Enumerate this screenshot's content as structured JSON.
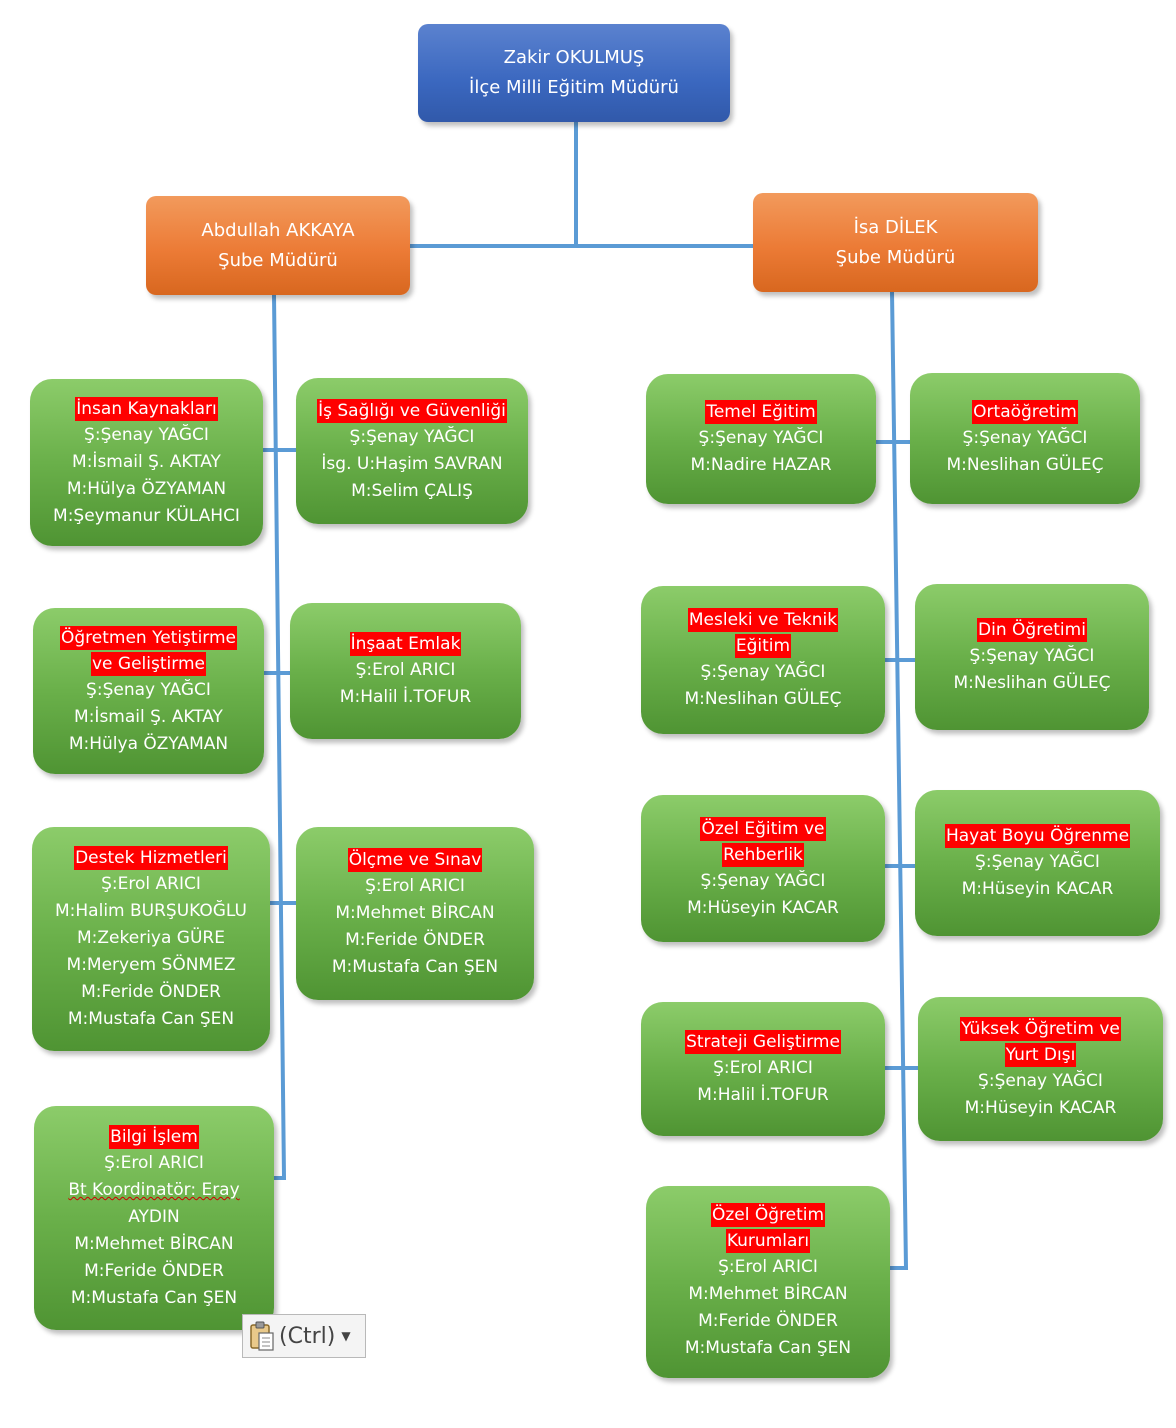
{
  "director": {
    "name": "Zakir OKULMUŞ",
    "title": "İlçe Milli Eğitim Müdürü"
  },
  "managers": [
    {
      "name": "Abdullah AKKAYA",
      "title": "Şube Müdürü"
    },
    {
      "name": "İsa DİLEK",
      "title": "Şube Müdürü"
    }
  ],
  "left_units": [
    {
      "title_lines": [
        "İnsan Kaynakları"
      ],
      "lines": [
        "Ş:Şenay YAĞCI",
        "M:İsmail Ş. AKTAY",
        "M:Hülya ÖZYAMAN",
        "M:Şeymanur KÜLAHCI"
      ]
    },
    {
      "title_lines": [
        "İş Sağlığı ve Güvenliği"
      ],
      "lines": [
        "Ş:Şenay YAĞCI",
        "İsg. U:Haşim SAVRAN",
        "M:Selim ÇALIŞ"
      ]
    },
    {
      "title_lines": [
        "Öğretmen Yetiştirme",
        "ve Geliştirme"
      ],
      "lines": [
        "Ş:Şenay YAĞCI",
        "M:İsmail Ş. AKTAY",
        "M:Hülya ÖZYAMAN"
      ]
    },
    {
      "title_lines": [
        "İnşaat Emlak"
      ],
      "lines": [
        "Ş:Erol ARICI",
        "M:Halil İ.TOFUR"
      ]
    },
    {
      "title_lines": [
        "Destek Hizmetleri"
      ],
      "lines": [
        "Ş:Erol ARICI",
        "M:Halim BURŞUKOĞLU",
        "M:Zekeriya GÜRE",
        "M:Meryem SÖNMEZ",
        "M:Feride ÖNDER",
        "M:Mustafa Can ŞEN"
      ]
    },
    {
      "title_lines": [
        "Ölçme ve Sınav"
      ],
      "lines": [
        "Ş:Erol ARICI",
        "M:Mehmet BİRCAN",
        "M:Feride ÖNDER",
        "M:Mustafa Can ŞEN"
      ]
    },
    {
      "title_lines": [
        "Bilgi İşlem"
      ],
      "lines": [
        "Ş:Erol ARICI",
        "Bt Koordinatör: Eray",
        "AYDIN",
        "M:Mehmet BİRCAN",
        "M:Feride ÖNDER",
        "M:Mustafa Can ŞEN"
      ]
    }
  ],
  "right_units": [
    {
      "title_lines": [
        "Temel Eğitim"
      ],
      "lines": [
        "Ş:Şenay YAĞCI",
        "M:Nadire HAZAR"
      ]
    },
    {
      "title_lines": [
        "Ortaöğretim"
      ],
      "lines": [
        "Ş:Şenay YAĞCI",
        "M:Neslihan GÜLEÇ"
      ]
    },
    {
      "title_lines": [
        "Mesleki ve Teknik",
        "Eğitim"
      ],
      "lines": [
        "Ş:Şenay YAĞCI",
        "M:Neslihan GÜLEÇ"
      ]
    },
    {
      "title_lines": [
        "Din Öğretimi"
      ],
      "lines": [
        "Ş:Şenay YAĞCI",
        "M:Neslihan GÜLEÇ"
      ]
    },
    {
      "title_lines": [
        "Özel Eğitim ve",
        "Rehberlik"
      ],
      "lines": [
        "Ş:Şenay YAĞCI",
        "M:Hüseyin KACAR"
      ]
    },
    {
      "title_lines": [
        "Hayat Boyu Öğrenme"
      ],
      "lines": [
        "Ş:Şenay YAĞCI",
        "M:Hüseyin KACAR"
      ]
    },
    {
      "title_lines": [
        "Strateji Geliştirme"
      ],
      "lines": [
        "Ş:Erol ARICI",
        "M:Halil İ.TOFUR"
      ]
    },
    {
      "title_lines": [
        "Yüksek Öğretim ve",
        "Yurt Dışı"
      ],
      "lines": [
        "Ş:Şenay YAĞCI",
        "M:Hüseyin KACAR"
      ]
    },
    {
      "title_lines": [
        "Özel Öğretim",
        "Kurumları"
      ],
      "lines": [
        "Ş:Erol ARICI",
        "M:Mehmet BİRCAN",
        "M:Feride ÖNDER",
        "M:Mustafa Can ŞEN"
      ]
    }
  ],
  "paste_options": {
    "label": "(Ctrl)",
    "icon": "clipboard-icon"
  },
  "colors": {
    "connector": "#5b9bd5",
    "title_highlight": "#ff0000",
    "director": "#3a67bf",
    "manager": "#ec7b36",
    "unit": "#6ab04a"
  }
}
